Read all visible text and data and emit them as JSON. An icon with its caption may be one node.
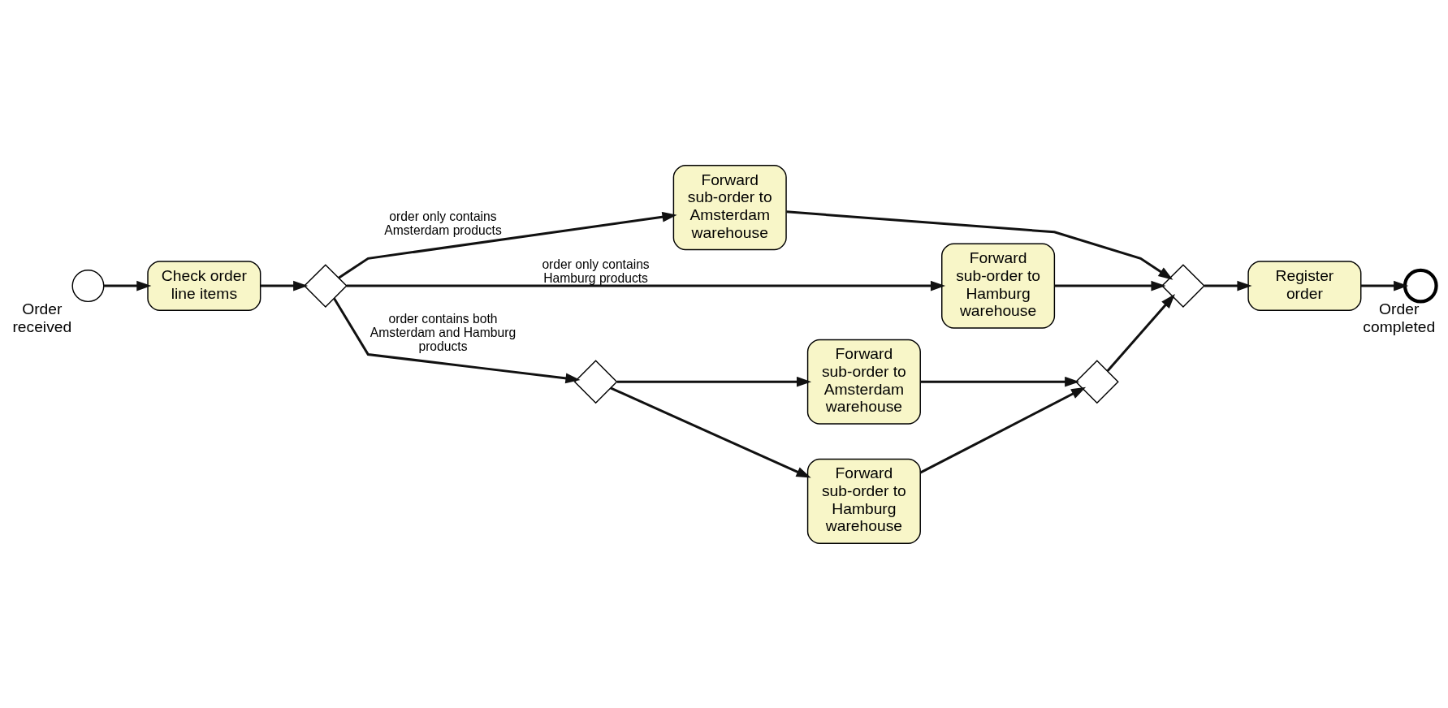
{
  "diagram": {
    "nodes": [
      {
        "text": [],
        "shape": "circle",
        "beside": [
          "Order received"
        ]
      },
      {
        "text": [
          "Check order line items"
        ]
      },
      {
        "text": [],
        "shape": "diamond"
      },
      {
        "text": [
          "Forward sub-order to Amsterdam warehouse"
        ]
      },
      {
        "text": [
          "Forward sub-order to Hamburg warehouse"
        ]
      },
      {
        "text": [],
        "shape": "diamond"
      },
      {
        "text": [
          "Register order"
        ]
      },
      {
        "text": [],
        "shape": "circle",
        "beside": [
          "Order completed"
        ]
      },
      {
        "text": [],
        "shape": "diamond"
      },
      {
        "text": [
          "Forward sub-order to Amsterdam warehouse"
        ]
      },
      {
        "text": [
          "Forward sub-order to Hamburg warehouse"
        ]
      },
      {
        "text": [],
        "shape": "diamond"
      }
    ],
    "edges": [
      {
        "from": 0,
        "to": 1,
        "arrow": "to"
      },
      {
        "from": 1,
        "to": 2,
        "arrow": "to"
      },
      {
        "from": 2,
        "to": 3,
        "arrow": "to",
        "label": "order only contains Amsterdam products"
      },
      {
        "from": 2,
        "to": 4,
        "arrow": "to",
        "label": "order only contains Hamburg products"
      },
      {
        "from": 2,
        "to": 8,
        "arrow": "to",
        "label": "order contains both Amsterdam and Hamburg products"
      },
      {
        "from": 3,
        "to": 5,
        "arrow": "to"
      },
      {
        "from": 4,
        "to": 5,
        "arrow": "to"
      },
      {
        "from": 8,
        "to": 9,
        "arrow": "to"
      },
      {
        "from": 8,
        "to": 10,
        "arrow": "to"
      },
      {
        "from": 9,
        "to": 11,
        "arrow": "to"
      },
      {
        "from": 10,
        "to": 11,
        "arrow": "to"
      },
      {
        "from": 11,
        "to": 5,
        "arrow": "to"
      },
      {
        "from": 5,
        "to": 6,
        "arrow": "to"
      },
      {
        "from": 6,
        "to": 7,
        "arrow": "to"
      }
    ]
  }
}
